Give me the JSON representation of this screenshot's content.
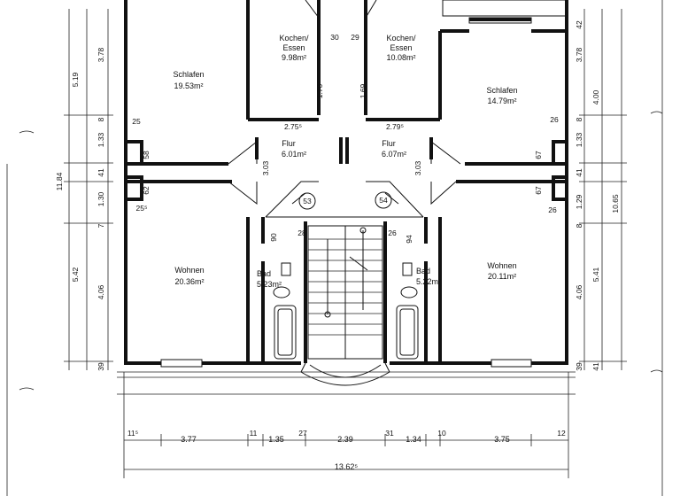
{
  "rooms": {
    "schlafen_left": {
      "name": "Schlafen",
      "area": "19.53m²"
    },
    "schlafen_right": {
      "name": "Schlafen",
      "area": "14.79m²"
    },
    "kochen_left": {
      "name1": "Kochen/",
      "name2": "Essen",
      "area": "9.98m²"
    },
    "kochen_right": {
      "name1": "Kochen/",
      "name2": "Essen",
      "area": "10.08m²"
    },
    "flur_left": {
      "name": "Flur",
      "area": "6.01m²"
    },
    "flur_right": {
      "name": "Flur",
      "area": "6.07m²"
    },
    "wohnen_left": {
      "name": "Wohnen",
      "area": "20.36m²"
    },
    "wohnen_right": {
      "name": "Wohnen",
      "area": "20.11m²"
    },
    "bad_left": {
      "name": "Bad",
      "area": "5.23m²"
    },
    "bad_right": {
      "name": "Bad",
      "area": "5.22m²"
    }
  },
  "markers": {
    "left": "53",
    "right": "54"
  },
  "dims_left_outer": [
    "5.19",
    "11.84",
    "5.42"
  ],
  "dims_left_inner": [
    "3.78",
    "8",
    "1.33",
    "41",
    "1.30",
    "7",
    "4.06",
    "39"
  ],
  "dims_right_inner": [
    "42",
    "3.78",
    "8",
    "1.33",
    "41",
    "1.29",
    "8",
    "4.06",
    "39"
  ],
  "dims_right_mid": [
    "4.00",
    "5.41",
    "41"
  ],
  "dims_right_outer": [
    "10.65"
  ],
  "dims_interior": [
    "30",
    "29",
    "1.70",
    "1.69",
    "2.75⁵",
    "2.79⁵",
    "25",
    "58",
    "62",
    "25⁵",
    "26",
    "67",
    "67",
    "26",
    "3.03",
    "3.03",
    "90",
    "28",
    "26",
    "94"
  ],
  "dims_bottom_row": [
    "11⁵",
    "3.77",
    "11",
    "1.35",
    "27",
    "2.39",
    "31",
    "1.34",
    "10",
    "3.75",
    "12"
  ],
  "dims_bottom_total": "13.62⁵"
}
